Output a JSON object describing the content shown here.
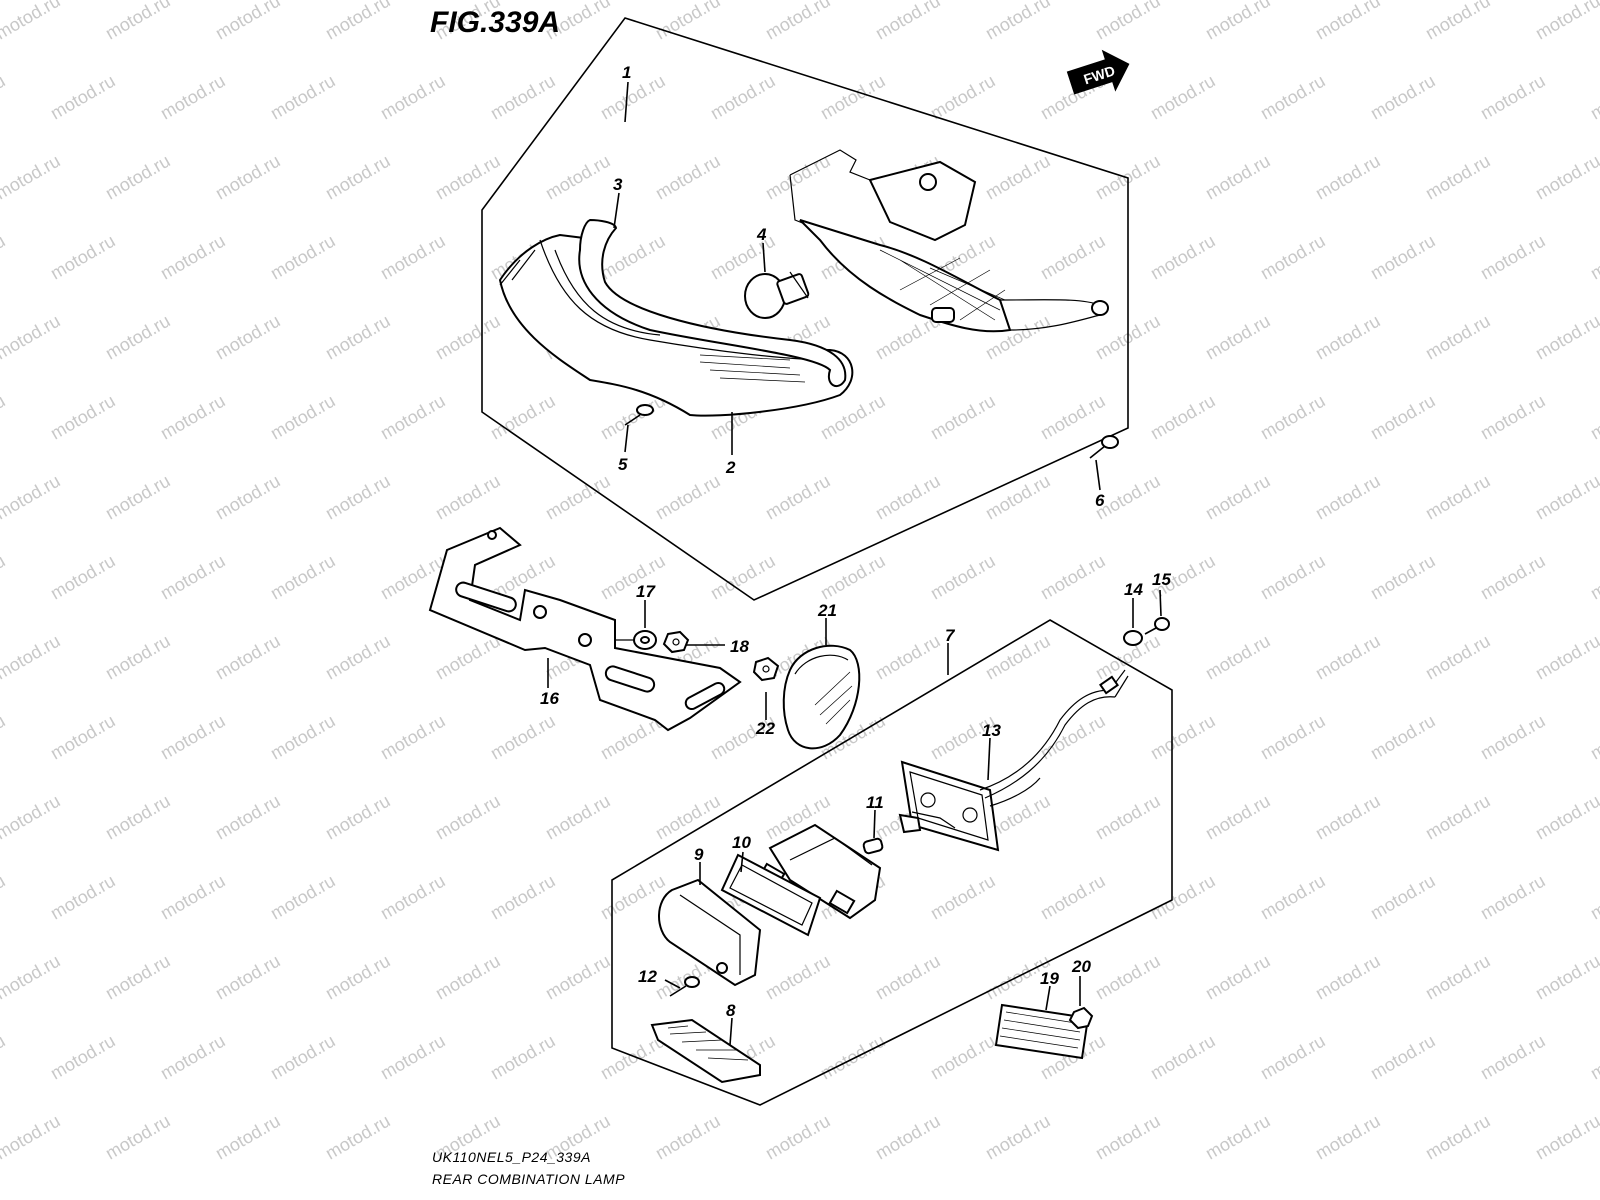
{
  "figure": {
    "title": "FIG.339A",
    "fwd_label": "FWD",
    "code": "UK110NEL5_P24_339A",
    "caption": "REAR COMBINATION LAMP"
  },
  "watermark": "motod.ru",
  "callouts": [
    {
      "id": "c1",
      "label": "1"
    },
    {
      "id": "c2",
      "label": "2"
    },
    {
      "id": "c3",
      "label": "3"
    },
    {
      "id": "c4",
      "label": "4"
    },
    {
      "id": "c5",
      "label": "5"
    },
    {
      "id": "c6",
      "label": "6"
    },
    {
      "id": "c7",
      "label": "7"
    },
    {
      "id": "c8",
      "label": "8"
    },
    {
      "id": "c9",
      "label": "9"
    },
    {
      "id": "c10",
      "label": "10"
    },
    {
      "id": "c11",
      "label": "11"
    },
    {
      "id": "c12",
      "label": "12"
    },
    {
      "id": "c13",
      "label": "13"
    },
    {
      "id": "c14",
      "label": "14"
    },
    {
      "id": "c15",
      "label": "15"
    },
    {
      "id": "c16",
      "label": "16"
    },
    {
      "id": "c17",
      "label": "17"
    },
    {
      "id": "c18",
      "label": "18"
    },
    {
      "id": "c19",
      "label": "19"
    },
    {
      "id": "c20",
      "label": "20"
    },
    {
      "id": "c21",
      "label": "21"
    },
    {
      "id": "c22",
      "label": "22"
    }
  ]
}
